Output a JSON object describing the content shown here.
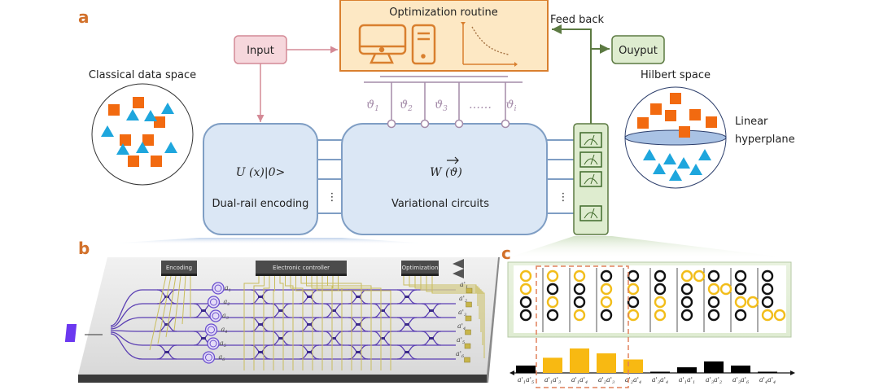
{
  "panels": {
    "a": "a",
    "b": "b",
    "c": "c"
  },
  "panel_a": {
    "optimization_title": "Optimization routine",
    "input_label": "Input",
    "output_label": "Ouyput",
    "feedback_label": "Feed back",
    "classical_space_label": "Classical data space",
    "hilbert_space_label": "Hilbert space",
    "hyperplane_label_line1": "Linear",
    "hyperplane_label_line2": "hyperplane",
    "encoding_formula": "U (x)|0>",
    "encoding_label": "Dual-rail encoding",
    "variational_formula": "W (ϑ)",
    "variational_label": "Variational circuits",
    "thetas": [
      "ϑ",
      "ϑ",
      "ϑ",
      "……",
      "ϑ"
    ],
    "theta_subscripts": [
      "1",
      "2",
      "3",
      "",
      "i"
    ],
    "ellipsis": "⋮",
    "colors": {
      "orange_box_fill": "#fde8c4",
      "orange_box_stroke": "#d97f2e",
      "input_fill": "#f6d7dc",
      "input_stroke": "#d48a96",
      "output_fill": "#deeccf",
      "output_stroke": "#5c7a42",
      "block_fill": "#dbe7f5",
      "block_stroke": "#7f9ec4",
      "square": "#f26a10",
      "triangle": "#1ea6dd",
      "theta_line": "#a48ba9"
    }
  },
  "panel_b": {
    "encoding_chip": "Encoding",
    "controller_chip": "Electronic controller",
    "optimization_chip": "Optimization",
    "input_modes": [
      "a",
      "a",
      "a",
      "a",
      "a",
      "a"
    ],
    "input_subscripts": [
      "1",
      "2",
      "3",
      "4",
      "5",
      "6"
    ],
    "output_modes": [
      "a'",
      "a'",
      "a'",
      "a'",
      "a'",
      "a'"
    ],
    "output_subscripts": [
      "1",
      "2",
      "3",
      "4",
      "5",
      "6"
    ]
  },
  "panel_c": {
    "occupation_columns": [
      [
        "y",
        "y",
        "k",
        "k"
      ],
      [
        "y",
        "k",
        "y",
        "k"
      ],
      [
        "y",
        "k",
        "k",
        "y"
      ],
      [
        "k",
        "y",
        "y",
        "k"
      ],
      [
        "k",
        "y",
        "k",
        "y"
      ],
      [
        "k",
        "k",
        "y",
        "y"
      ],
      [
        "yy",
        "k",
        "k",
        "k"
      ],
      [
        "k",
        "yy",
        "k",
        "k"
      ],
      [
        "k",
        "k",
        "yy",
        "k"
      ],
      [
        "k",
        "k",
        "k",
        "yy"
      ]
    ],
    "highlighted_columns": [
      1,
      2,
      3,
      4
    ]
  },
  "chart_data": {
    "type": "bar",
    "title": "",
    "xlabel": "",
    "ylabel": "",
    "categories": [
      "a'1a'5",
      "a'1a'3",
      "a'1a'4",
      "a'2a'3",
      "a'2a'4",
      "a'3a'4",
      "a'1a'1",
      "a'3a'2",
      "a'3a'6",
      "a'4a'4"
    ],
    "category_display": [
      {
        "base": "a",
        "sub1": "1",
        "sub2": "5"
      },
      {
        "base": "a",
        "sub1": "1",
        "sub2": "3"
      },
      {
        "base": "a",
        "sub1": "1",
        "sub2": "4"
      },
      {
        "base": "a",
        "sub1": "2",
        "sub2": "3"
      },
      {
        "base": "a",
        "sub1": "2",
        "sub2": "4"
      },
      {
        "base": "a",
        "sub1": "3",
        "sub2": "4"
      },
      {
        "base": "a",
        "sub1": "1",
        "sub2": "1"
      },
      {
        "base": "a",
        "sub1": "3",
        "sub2": "2"
      },
      {
        "base": "a",
        "sub1": "3",
        "sub2": "6"
      },
      {
        "base": "a",
        "sub1": "4",
        "sub2": "4"
      }
    ],
    "values": [
      0.3,
      0.62,
      1.0,
      0.8,
      0.55,
      0.05,
      0.23,
      0.47,
      0.3,
      0.05
    ],
    "highlighted": [
      false,
      true,
      true,
      true,
      true,
      false,
      false,
      false,
      false,
      false
    ],
    "colors": {
      "highlight": "#f8b912",
      "normal": "#000000"
    },
    "ylim": [
      0,
      1
    ],
    "grid": false,
    "legend": "none"
  }
}
